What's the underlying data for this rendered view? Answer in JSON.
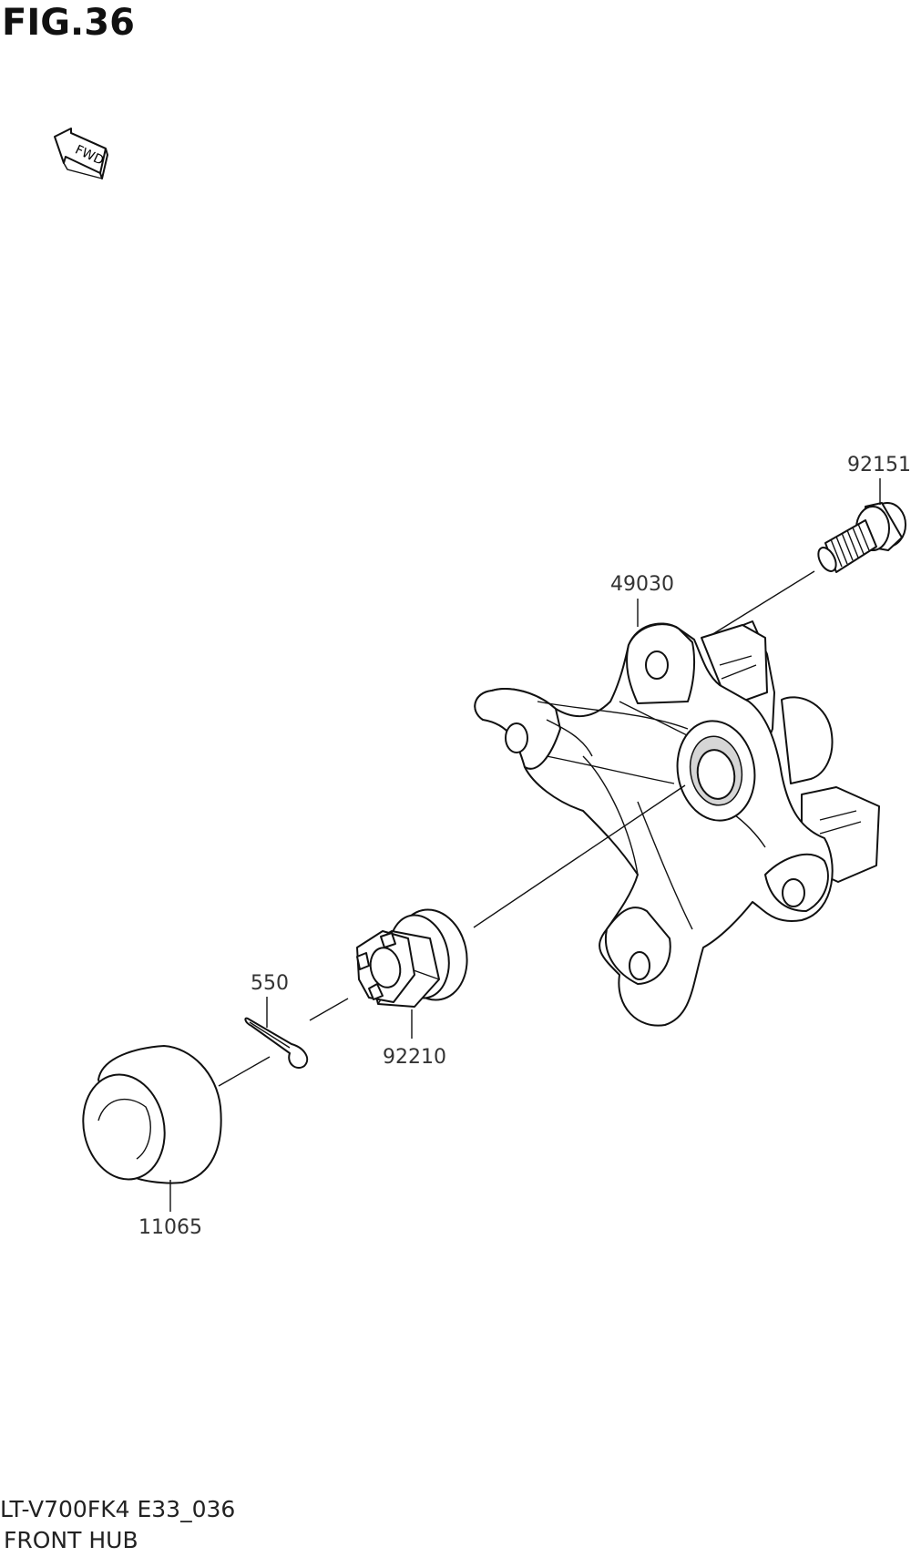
{
  "figure": {
    "title": "FIG.36"
  },
  "direction_indicator": {
    "label": "FWD",
    "icon": "arrow-left-icon"
  },
  "parts": [
    {
      "number": "92151",
      "name": "hub-bolt"
    },
    {
      "number": "49030",
      "name": "front-hub"
    },
    {
      "number": "550",
      "name": "cotter-pin"
    },
    {
      "number": "92210",
      "name": "castle-nut"
    },
    {
      "number": "11065",
      "name": "hub-cap"
    }
  ],
  "footer": {
    "model_code": "LT-V700FK4 E33_036",
    "section_name": "FRONT HUB"
  }
}
